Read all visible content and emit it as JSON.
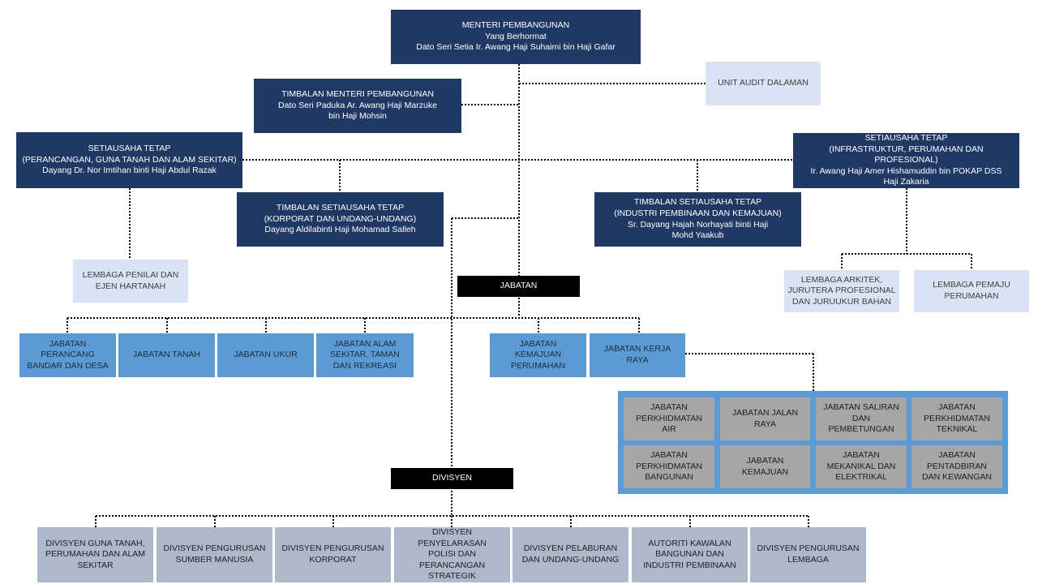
{
  "minister": {
    "title": "MENTERI PEMBANGUNAN",
    "honorific": "Yang Berhormat",
    "name": "Dato Seri Setia Ir. Awang Haji Suhaimi bin Haji Gafar"
  },
  "audit_unit": "UNIT AUDIT DALAMAN",
  "deputy_minister": {
    "title": "TIMBALAN MENTERI PEMBANGUNAN",
    "name": "Dato Seri Paduka Ar. Awang Haji Marzuke\nbin Haji Mohsin"
  },
  "ps_planning": {
    "title": "SETIAUSAHA TETAP",
    "portfolio": "(PERANCANGAN, GUNA TANAH DAN ALAM SEKITAR)",
    "name": "Dayang Dr. Nor Imtihan binti Haji Abdul Razak"
  },
  "ps_infra": {
    "title": "SETIAUSAHA TETAP",
    "portfolio": "(INFRASTRUKTUR, PERUMAHAN DAN PROFESIONAL)",
    "name": "Ir. Awang Haji Amer Hishamuddin bin POKAP DSS\nHaji Zakaria"
  },
  "dps_corporate": {
    "title": "TIMBALAN SETIAUSAHA TETAP",
    "portfolio": "(KORPORAT DAN UNDANG-UNDANG)",
    "name": "Dayang Aldilabinti Haji Mohamad Salleh"
  },
  "dps_industry": {
    "title": "TIMBALAN SETIAUSAHA TETAP",
    "portfolio": "(INDUSTRI PEMBINAAN DAN KEMAJUAN)",
    "name": "Sr. Dayang Hajah Norhayati binti Haji\nMohd Yaakub"
  },
  "boards": {
    "valuers": "LEMBAGA PENILAI DAN\nEJEN HARTANAH",
    "architects": "LEMBAGA ARKITEK,\nJURUTERA PROFESIONAL\nDAN JURUUKUR BAHAN",
    "housing": "LEMBAGA PEMAJU\nPERUMAHAN"
  },
  "jabatan_header": "JABATAN",
  "jabatan": [
    "JABATAN\nPERANCANG\nBANDAR DAN DESA",
    "JABATAN TANAH",
    "JABATAN UKUR",
    "JABATAN ALAM\nSEKITAR, TAMAN\nDAN REKREASI",
    "JABATAN\nKEMAJUAN\nPERUMAHAN",
    "JABATAN KERJA\nRAYA"
  ],
  "jkr_units": [
    "JABATAN\nPERKHIDMATAN\nAIR",
    "JABATAN JALAN\nRAYA",
    "JABATAN SALIRAN\nDAN\nPEMBETUNGAN",
    "JABATAN\nPERKHIDMATAN\nTEKNIKAL",
    "JABATAN\nPERKHIDMATAN\nBANGUNAN",
    "JABATAN\nKEMAJUAN",
    "JABATAN\nMEKANIKAL DAN\nELEKTRIKAL",
    "JABATAN\nPENTADBIRAN\nDAN KEWANGAN"
  ],
  "divisyen_header": "DIVISYEN",
  "divisyen": [
    "DIVISYEN GUNA TANAH,\nPERUMAHAN DAN ALAM\nSEKITAR",
    "DIVISYEN PENGURUSAN\nSUMBER MANUSIA",
    "DIVISYEN PENGURUSAN\nKORPORAT",
    "DIVISYEN PENYELARASAN\nPOLISI DAN\nPERANCANGAN\nSTRATEGIK",
    "DIVISYEN PELABURAN\nDAN UNDANG-UNDANG",
    "AUTORITI KAWALAN\nBANGUNAN DAN\nINDUSTRI PEMBINAAN",
    "DIVISYEN PENGURUSAN\nLEMBAGA"
  ]
}
